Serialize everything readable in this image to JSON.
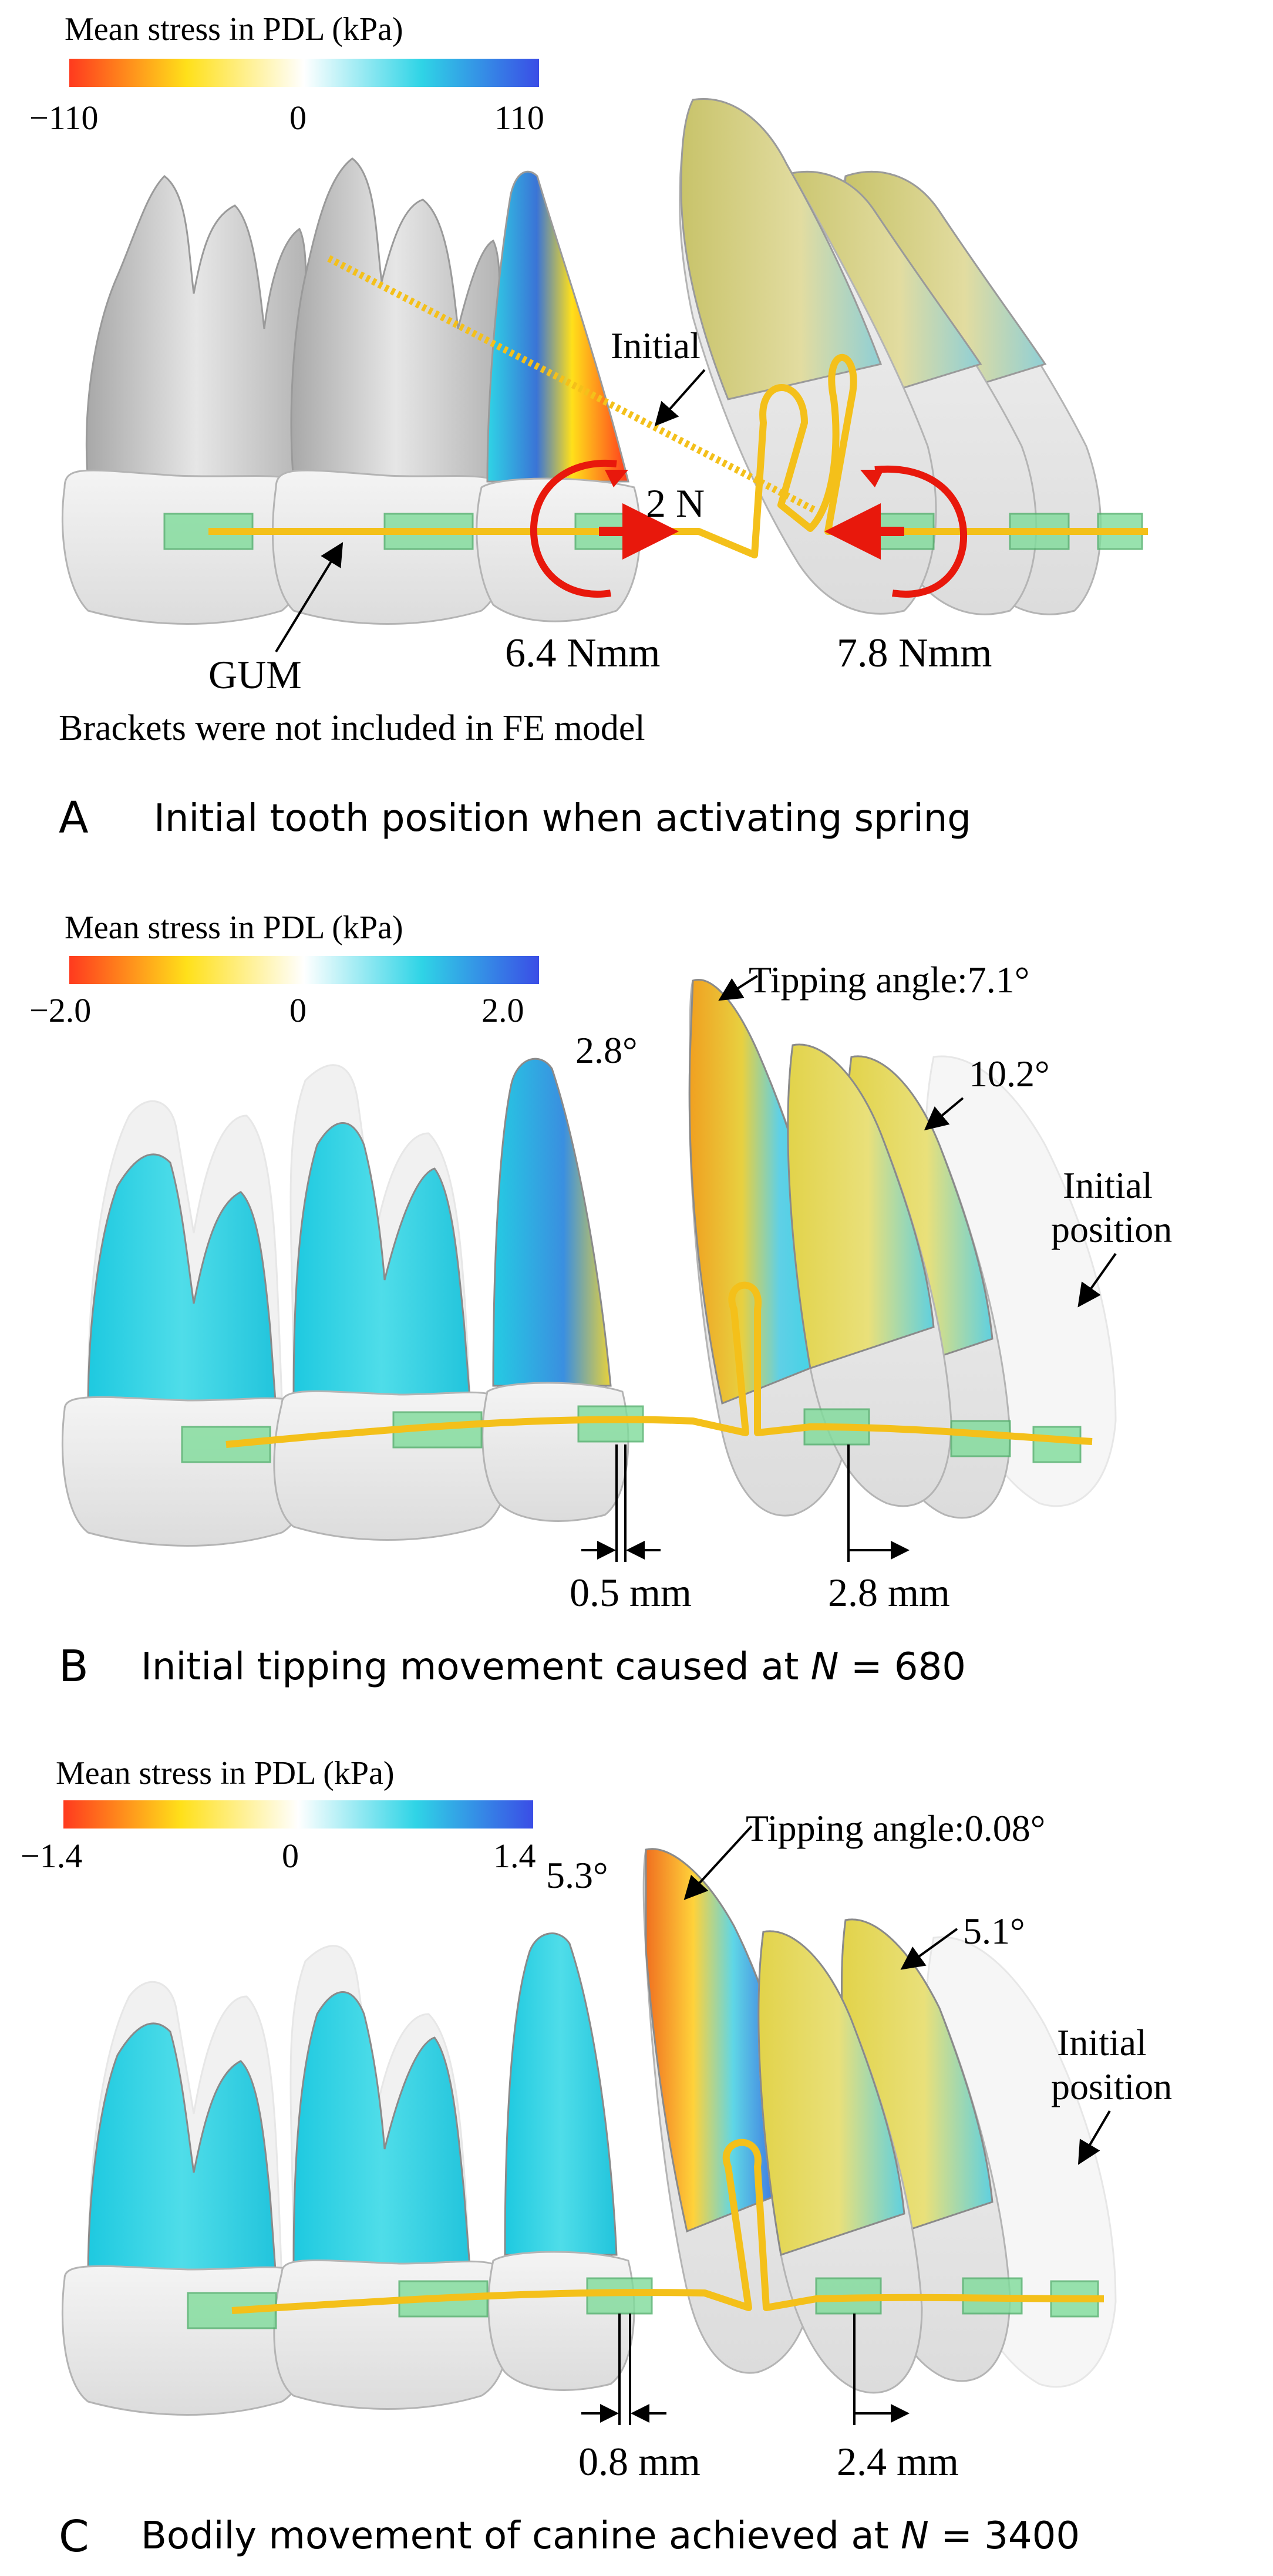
{
  "panels": [
    {
      "letter": "A",
      "caption": "Initial tooth position when activating spring",
      "caption_italic": "",
      "colorbar": {
        "title": "Mean stress in PDL (kPa)",
        "min_label": "−110",
        "mid_label": "0",
        "max_label": "110"
      },
      "annotations": {
        "initial": "Initial",
        "force": "2 N",
        "moment_left": "6.4 Nmm",
        "moment_right": "7.8 Nmm",
        "gum": "GUM",
        "note": "Brackets were not included in FE model"
      }
    },
    {
      "letter": "B",
      "caption": "Initial tipping movement caused at ",
      "caption_italic": "N",
      "caption_value": " = 680",
      "colorbar": {
        "title": "Mean stress in PDL (kPa)",
        "min_label": "−2.0",
        "mid_label": "0",
        "max_label": "2.0"
      },
      "annotations": {
        "tipping": "Tipping angle:7.1°",
        "angle_premolar": "2.8°",
        "angle_anterior": "10.2°",
        "initial_position": [
          "Initial",
          "position"
        ],
        "disp_left": "0.5 mm",
        "disp_right": "2.8 mm"
      }
    },
    {
      "letter": "C",
      "caption": "Bodily movement of canine achieved at ",
      "caption_italic": "N",
      "caption_value": " = 3400",
      "colorbar": {
        "title": "Mean stress in PDL (kPa)",
        "min_label": "−1.4",
        "mid_label": "0",
        "max_label": "1.4"
      },
      "annotations": {
        "tipping": "Tipping angle:0.08°",
        "angle_premolar": "5.3°",
        "angle_anterior": "5.1°",
        "initial_position": [
          "Initial",
          "position"
        ],
        "disp_left": "0.8 mm",
        "disp_right": "2.4 mm"
      }
    }
  ],
  "colors": {
    "scale_negative": "#ff3a1e",
    "scale_neg_mid": "#ffe01a",
    "scale_zero": "#ffffff",
    "scale_pos_mid": "#2fd4e6",
    "scale_positive": "#3a4de6",
    "wire": "#f4c01a",
    "bracket": "#7fdc9a",
    "force_arrow": "#e8180c",
    "tooth_gray": "#cfcfcf",
    "stress_cyan": "#2fd4e6",
    "stress_yellow": "#e9d23a"
  }
}
